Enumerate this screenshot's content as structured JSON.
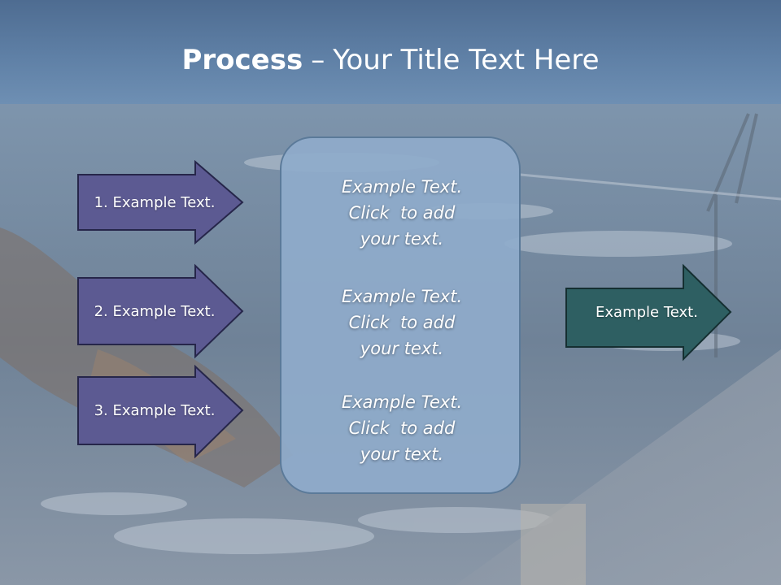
{
  "title": {
    "bold": "Process",
    "separator": "–",
    "rest": "Your Title Text Here"
  },
  "arrows_left": [
    {
      "label": "1. Example Text."
    },
    {
      "label": "2. Example Text."
    },
    {
      "label": "3. Example Text."
    }
  ],
  "center_box": {
    "paragraphs": [
      {
        "line1": "Example Text.",
        "line2": "Click  to add",
        "line3": "your text."
      },
      {
        "line1": "Example Text.",
        "line2": "Click  to add",
        "line3": "your text."
      },
      {
        "line1": "Example Text.",
        "line2": "Click  to add",
        "line3": "your text."
      }
    ]
  },
  "arrow_right": {
    "label": "Example Text."
  },
  "colors": {
    "left_arrow_fill": "#5c5a92",
    "right_arrow_fill": "#2e5f62",
    "center_box_fill": "#8fabcb",
    "title_band": "#5f80a6"
  }
}
